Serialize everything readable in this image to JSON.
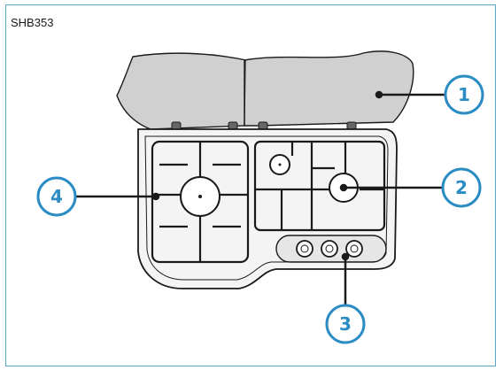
{
  "model": "SHB353",
  "callouts": [
    {
      "num": "1"
    },
    {
      "num": "2"
    },
    {
      "num": "3"
    },
    {
      "num": "4"
    }
  ],
  "colors": {
    "frame": "#5aa7c9",
    "callout": "#2b8cc4",
    "lid": "#d0d0d0",
    "line": "#1a1a1a"
  }
}
